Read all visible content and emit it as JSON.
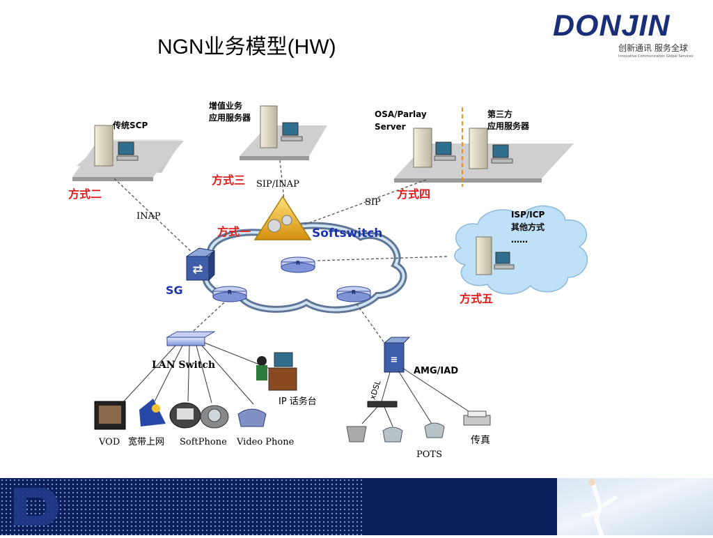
{
  "page": {
    "title": "NGN业务模型(HW)"
  },
  "logo": {
    "wordmark": "DONJIN",
    "slogan": "创新通讯 服务全球",
    "tagline": "Innovative Communication Global Services",
    "color": "#1a2f78"
  },
  "diagram": {
    "nodes": {
      "scp": "传统SCP",
      "vas_line1": "增值业务",
      "vas_line2": "应用服务器",
      "osa_line1": "OSA/Parlay",
      "osa_line2": "Server",
      "third_line1": "第三方",
      "third_line2": "应用服务器",
      "isp_line1": "ISP/ICP",
      "isp_line2": "其他方式",
      "isp_line3": "……",
      "softswitch": "Softswitch",
      "sg": "SG",
      "lan_switch": "LAN Switch",
      "amg": "AMG/IAD",
      "ip_desk": "IP 话务台",
      "xdsl": "xDSL"
    },
    "modes": {
      "m1": "方式一",
      "m2": "方式二",
      "m3": "方式三",
      "m4": "方式四",
      "m5": "方式五"
    },
    "links": {
      "inap": "INAP",
      "sip_inap": "SIP/INAP",
      "sip": "SIP"
    },
    "terminals": {
      "vod": "VOD",
      "broadband": "宽带上网",
      "softphone": "SoftPhone",
      "video_phone": "Video Phone",
      "pots": "POTS",
      "fax": "传真"
    },
    "colors": {
      "mode_red": "#e21b1b",
      "softswitch_blue": "#1c33b0",
      "cloud_blue": "#bfe1f7",
      "triangle_gold": "#e5ad1b"
    }
  },
  "footer": {
    "color": "#0b1f5c"
  }
}
